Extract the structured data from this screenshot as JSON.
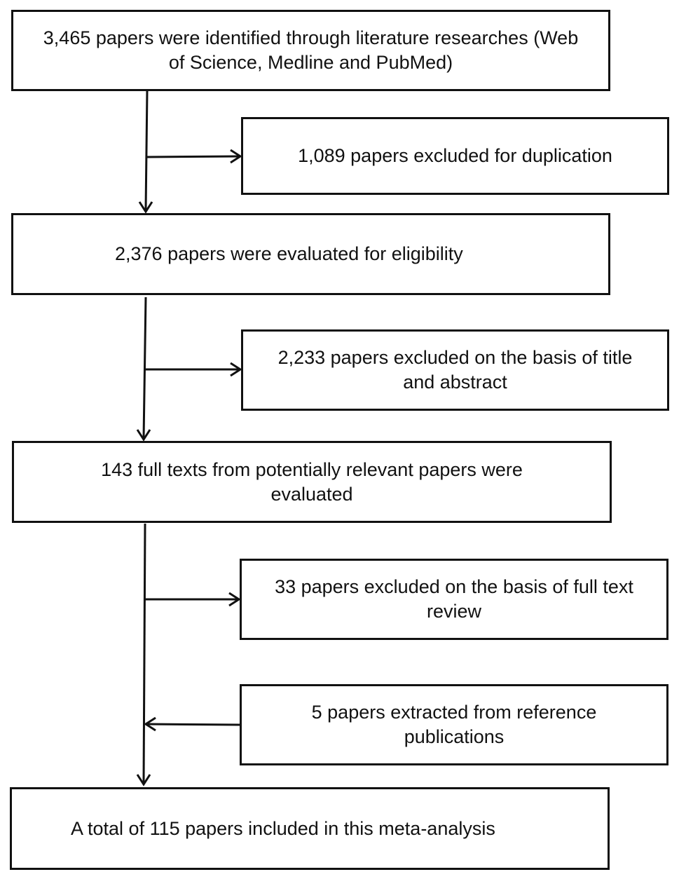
{
  "flowchart": {
    "identified": "3,465 papers were identified through literature researches (Web of Science, Medline and PubMed)",
    "excluded_duplication": "1,089 papers excluded for duplication",
    "evaluated_eligibility": "2,376 papers were evaluated for eligibility",
    "excluded_title_abstract": "2,233 papers excluded on the basis of title and abstract",
    "full_texts_evaluated": "143 full texts from potentially relevant papers were evaluated",
    "excluded_full_text": "33 papers excluded on the basis of full text review",
    "extracted_reference": "5 papers extracted from reference publications",
    "total_included": "A total of 115 papers included in this meta-analysis"
  },
  "style": {
    "line_color": "#111111",
    "background": "#ffffff"
  }
}
